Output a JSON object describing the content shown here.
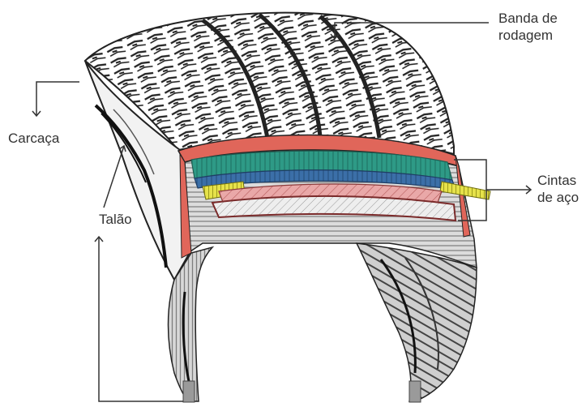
{
  "labels": {
    "banda_line1": "Banda de",
    "banda_line2": "rodagem",
    "carcaca": "Carcaça",
    "talao": "Talão",
    "cintas_line1": "Cintas",
    "cintas_line2": "de aço"
  },
  "colors": {
    "red_rubber": "#e0665a",
    "green_belt": "#2e9a86",
    "blue_belt": "#3b6fa8",
    "yellow_belt": "#e6e24a",
    "pink_belt": "#e9a8a8",
    "dark_line": "#333333"
  }
}
